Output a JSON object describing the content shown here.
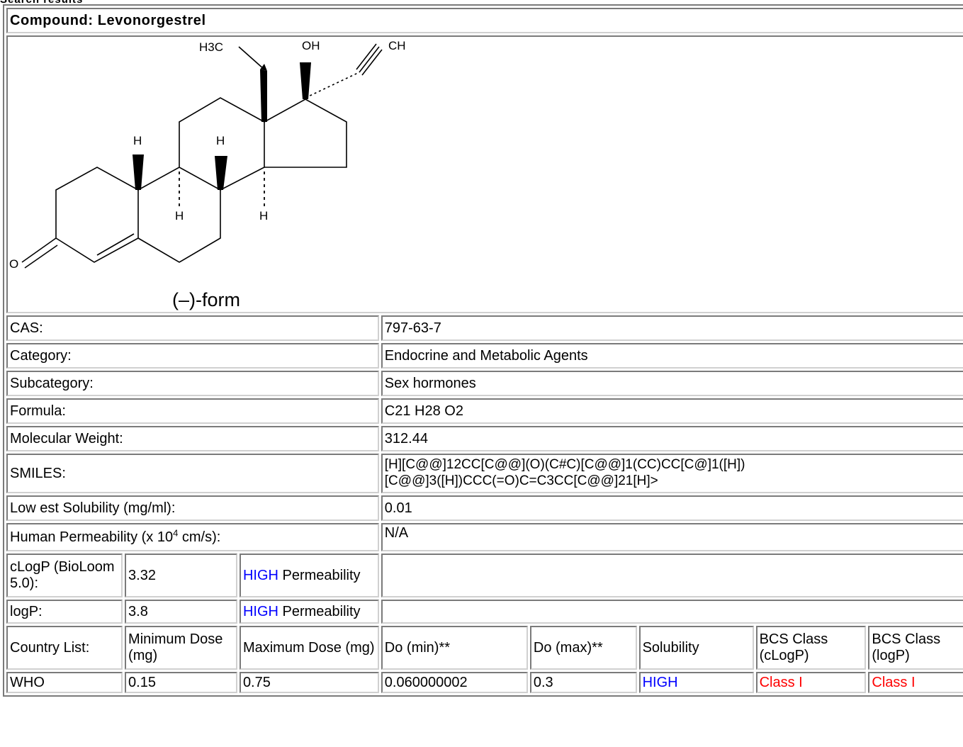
{
  "header_cut": "Search results",
  "compound_title": "Compound: Levonorgestrel",
  "structure": {
    "h3c": "H3C",
    "oh": "OH",
    "ch": "CH",
    "h": "H",
    "o": "O",
    "form_label": "(–)-form"
  },
  "properties": [
    {
      "label": "CAS:",
      "value": "797-63-7"
    },
    {
      "label": "Category:",
      "value": "Endocrine and Metabolic Agents"
    },
    {
      "label": "Subcategory:",
      "value": "Sex hormones"
    },
    {
      "label": "Formula:",
      "value": "C21 H28 O2"
    },
    {
      "label": "Molecular Weight:",
      "value": "312.44"
    },
    {
      "label": "SMILES:",
      "value_line1": "[H][C@@]12CC[C@@](O)(C#C)[C@@]1(CC)CC[C@]1([H])",
      "value_line2": "[C@@]3([H])CCC(=O)C=C3CC[C@@]21[H]>"
    },
    {
      "label": "Low est Solubility (mg/ml):",
      "value": "0.01"
    },
    {
      "label_pre": "Human Permeability (x 10",
      "label_sup": "4",
      "label_post": " cm/s):",
      "value": "N/A"
    }
  ],
  "clogp": {
    "label": "cLogP (BioLoom 5.0):",
    "value": "3.32",
    "level": "HIGH",
    "suffix": " Permeability"
  },
  "logp": {
    "label": "logP:",
    "value": "3.8",
    "level": "HIGH",
    "suffix": " Permeability"
  },
  "dose_table": {
    "headers": [
      "Country List:",
      "Minimum Dose (mg)",
      "Maximum Dose (mg)",
      "Do (min)**",
      "Do (max)**",
      "Solubility",
      "BCS Class (cLogP)",
      "BCS Class (logP)"
    ],
    "rows": [
      {
        "country": "WHO",
        "min_dose": "0.15",
        "max_dose": "0.75",
        "do_min": "0.060000002",
        "do_max": "0.3",
        "solubility": "HIGH",
        "bcs_clogp": "Class I",
        "bcs_logp": "Class I"
      }
    ]
  },
  "colors": {
    "high": "#0000ff",
    "class": "#ff0000",
    "border": "#7a7a7a"
  }
}
